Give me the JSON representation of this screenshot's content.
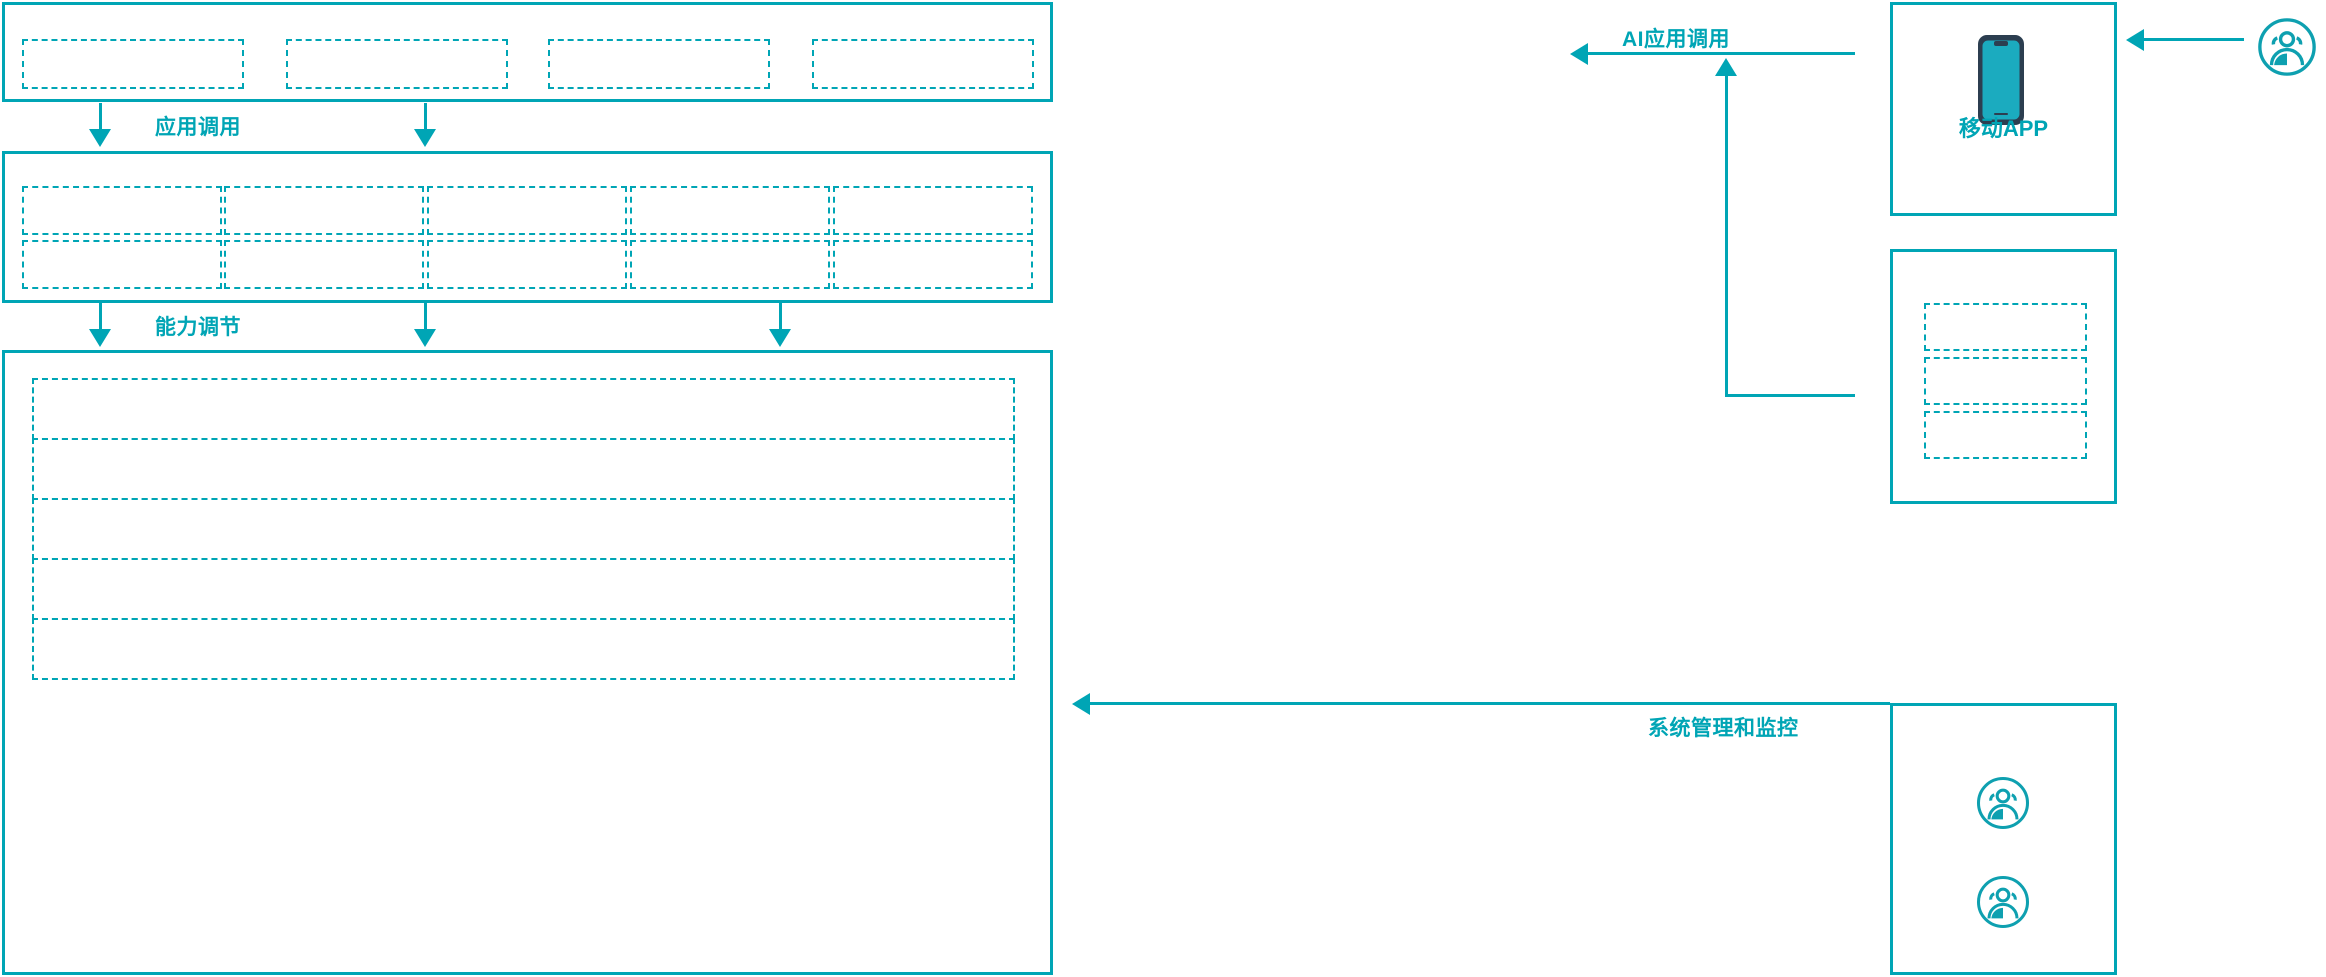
{
  "theme": {
    "accent": "#00A5B5",
    "phone_body": "#2C3E50",
    "phone_screen": "#1BABBF",
    "background": "#FFFFFF"
  },
  "diagram": {
    "title": "",
    "layers": [
      {
        "id": "application-layer",
        "name": "application-layer-panel",
        "boxes": [
          {
            "id": "app-box-1",
            "label": ""
          },
          {
            "id": "app-box-2",
            "label": ""
          },
          {
            "id": "app-box-3",
            "label": ""
          },
          {
            "id": "app-box-4",
            "label": ""
          }
        ]
      },
      {
        "id": "capability-layer",
        "name": "capability-layer-panel",
        "boxes": [
          {
            "id": "cap-box-r1c1",
            "label": ""
          },
          {
            "id": "cap-box-r1c2",
            "label": ""
          },
          {
            "id": "cap-box-r1c3",
            "label": ""
          },
          {
            "id": "cap-box-r1c4",
            "label": ""
          },
          {
            "id": "cap-box-r1c5",
            "label": ""
          },
          {
            "id": "cap-box-r2c1",
            "label": ""
          },
          {
            "id": "cap-box-r2c2",
            "label": ""
          },
          {
            "id": "cap-box-r2c3",
            "label": ""
          },
          {
            "id": "cap-box-r2c4",
            "label": ""
          },
          {
            "id": "cap-box-r2c5",
            "label": ""
          }
        ]
      },
      {
        "id": "platform-layer",
        "name": "platform-layer-panel",
        "rows": [
          {
            "id": "plat-row-1",
            "label": ""
          },
          {
            "id": "plat-row-2",
            "label": ""
          },
          {
            "id": "plat-row-3",
            "label": ""
          },
          {
            "id": "plat-row-4",
            "label": ""
          },
          {
            "id": "plat-row-5",
            "label": ""
          }
        ]
      }
    ],
    "connector_labels": {
      "application_call": "应用调用",
      "capability_adjust": "能力调节",
      "ai_application_call": "AI应用调用",
      "system_management_monitoring": "系统管理和监控"
    },
    "right_panels": [
      {
        "id": "mobile-app-card",
        "label": "移动APP",
        "icon": "mobile-phone-icon"
      },
      {
        "id": "channel-card",
        "label": "",
        "items": [
          {
            "id": "channel-item-1",
            "label": ""
          },
          {
            "id": "channel-item-2",
            "label": ""
          },
          {
            "id": "channel-item-3",
            "label": ""
          }
        ]
      },
      {
        "id": "operations-card",
        "label": "",
        "items": [
          {
            "id": "ops-user-icon-1",
            "icon": "users-group-icon",
            "label": ""
          },
          {
            "id": "ops-user-icon-2",
            "icon": "users-group-icon",
            "label": ""
          }
        ]
      }
    ],
    "actors": [
      {
        "id": "end-user-actor",
        "icon": "users-group-icon",
        "label": ""
      }
    ]
  }
}
